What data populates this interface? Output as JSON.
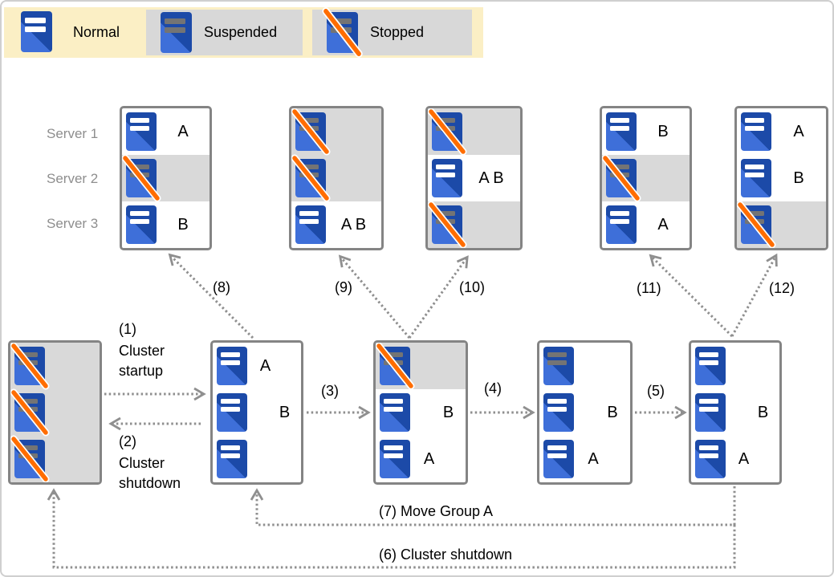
{
  "legend": {
    "items": [
      {
        "state": "normal",
        "label": "Normal"
      },
      {
        "state": "suspended",
        "label": "Suspended"
      },
      {
        "state": "stopped",
        "label": "Stopped"
      }
    ]
  },
  "server_labels": [
    "Server 1",
    "Server 2",
    "Server 3"
  ],
  "clusters": {
    "top": [
      {
        "id": "t1",
        "rows": [
          {
            "state": "normal",
            "label": "A",
            "bg": "white",
            "align": "c"
          },
          {
            "state": "stopped",
            "label": "",
            "bg": "gray",
            "align": "c"
          },
          {
            "state": "normal",
            "label": "B",
            "bg": "white",
            "align": "c"
          }
        ]
      },
      {
        "id": "t2",
        "rows": [
          {
            "state": "stopped",
            "label": "",
            "bg": "gray",
            "align": "c"
          },
          {
            "state": "stopped",
            "label": "",
            "bg": "gray",
            "align": "c"
          },
          {
            "state": "normal",
            "label": "A B",
            "bg": "white",
            "align": "c"
          }
        ]
      },
      {
        "id": "t3",
        "rows": [
          {
            "state": "stopped",
            "label": "",
            "bg": "gray",
            "align": "c"
          },
          {
            "state": "normal",
            "label": "A B",
            "bg": "white",
            "align": "c"
          },
          {
            "state": "stopped",
            "label": "",
            "bg": "gray",
            "align": "c"
          }
        ]
      },
      {
        "id": "t4",
        "rows": [
          {
            "state": "normal",
            "label": "B",
            "bg": "white",
            "align": "c"
          },
          {
            "state": "stopped",
            "label": "",
            "bg": "gray",
            "align": "c"
          },
          {
            "state": "normal",
            "label": "A",
            "bg": "white",
            "align": "c"
          }
        ]
      },
      {
        "id": "t5",
        "rows": [
          {
            "state": "normal",
            "label": "A",
            "bg": "white",
            "align": "c"
          },
          {
            "state": "normal",
            "label": "B",
            "bg": "white",
            "align": "c"
          },
          {
            "state": "stopped",
            "label": "",
            "bg": "gray",
            "align": "c"
          }
        ]
      }
    ],
    "bottom": [
      {
        "id": "b1",
        "rows": [
          {
            "state": "stopped",
            "label": "",
            "bg": "gray",
            "align": "c"
          },
          {
            "state": "stopped",
            "label": "",
            "bg": "gray",
            "align": "c"
          },
          {
            "state": "stopped",
            "label": "",
            "bg": "gray",
            "align": "c"
          }
        ]
      },
      {
        "id": "b2",
        "rows": [
          {
            "state": "normal",
            "label": "A",
            "bg": "white",
            "align": "l"
          },
          {
            "state": "normal",
            "label": "B",
            "bg": "white",
            "align": "r"
          },
          {
            "state": "normal",
            "label": "",
            "bg": "white",
            "align": "c"
          }
        ]
      },
      {
        "id": "b3",
        "rows": [
          {
            "state": "stopped",
            "label": "",
            "bg": "gray",
            "align": "c"
          },
          {
            "state": "normal",
            "label": "B",
            "bg": "white",
            "align": "r"
          },
          {
            "state": "normal",
            "label": "A",
            "bg": "white",
            "align": "l"
          }
        ]
      },
      {
        "id": "b4",
        "rows": [
          {
            "state": "suspended",
            "label": "",
            "bg": "white",
            "align": "c"
          },
          {
            "state": "normal",
            "label": "B",
            "bg": "white",
            "align": "r"
          },
          {
            "state": "normal",
            "label": "A",
            "bg": "white",
            "align": "l"
          }
        ]
      },
      {
        "id": "b5",
        "rows": [
          {
            "state": "normal",
            "label": "",
            "bg": "white",
            "align": "c"
          },
          {
            "state": "normal",
            "label": "B",
            "bg": "white",
            "align": "r"
          },
          {
            "state": "normal",
            "label": "A",
            "bg": "white",
            "align": "l"
          }
        ]
      }
    ]
  },
  "arrows": {
    "a1": {
      "num": "(1)",
      "caption": "Cluster startup"
    },
    "a2": {
      "num": "(2)",
      "caption": "Cluster shutdown"
    },
    "a3": {
      "num": "(3)"
    },
    "a4": {
      "num": "(4)"
    },
    "a5": {
      "num": "(5)"
    },
    "a6": {
      "label": "(6) Cluster shutdown"
    },
    "a7": {
      "label": "(7) Move Group A"
    },
    "a8": {
      "num": "(8)"
    },
    "a9": {
      "num": "(9)"
    },
    "a10": {
      "num": "(10)"
    },
    "a11": {
      "num": "(11)"
    },
    "a12": {
      "num": "(12)"
    }
  },
  "colors": {
    "server_blue": "#1C4AA8",
    "server_blue_light": "#3E6FD9",
    "stripe_normal": "#FFFFFF",
    "stripe_inactive": "#747474",
    "slash_orange": "#FF6D00",
    "row_gray": "#D9D9D9",
    "box_border": "#848484",
    "legend_bg": "#FBEFC5",
    "arrow_gray": "#8F8F8F",
    "muted_text": "#8E8E8E"
  }
}
